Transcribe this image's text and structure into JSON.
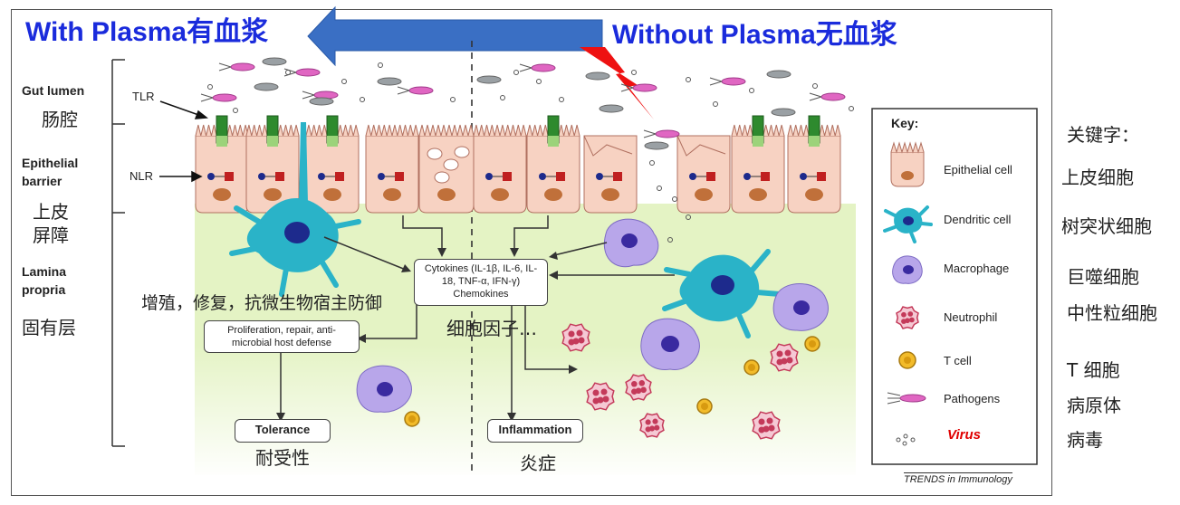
{
  "header": {
    "left": "With Plasma有血浆",
    "right": "Without Plasma无血浆"
  },
  "regions": {
    "gut_lumen": "Gut lumen",
    "gut_lumen_cn": "肠腔",
    "epithelial_barrier": "Epithelial barrier",
    "epithelial_barrier_cn_1": "上皮",
    "epithelial_barrier_cn_2": "屏障",
    "lamina_propria": "Lamina propria",
    "lamina_propria_cn": "固有层"
  },
  "receptors": {
    "tlr": "TLR",
    "nlr": "NLR"
  },
  "boxes": {
    "cytokines": "Cytokines (IL-1β, IL-6, IL-18, TNF-α, IFN-γ) Chemokines",
    "proliferation": "Proliferation, repair, anti-microbial host defense",
    "tolerance": "Tolerance",
    "inflammation": "Inflammation"
  },
  "annotations_cn": {
    "proliferation": "增殖，修复，抗微生物宿主防御",
    "cytokines": "细胞因子…",
    "tolerance": "耐受性",
    "inflammation": "炎症"
  },
  "key": {
    "title": "Key:",
    "items": [
      {
        "label": "Epithelial cell",
        "icon": "epithelial-cell-icon"
      },
      {
        "label": "Dendritic cell",
        "icon": "dendritic-cell-icon"
      },
      {
        "label": "Macrophage",
        "icon": "macrophage-icon"
      },
      {
        "label": "Neutrophil",
        "icon": "neutrophil-icon"
      },
      {
        "label": "T cell",
        "icon": "t-cell-icon"
      },
      {
        "label": "Pathogens",
        "icon": "pathogen-icon"
      },
      {
        "label": "Virus",
        "icon": "virus-icon"
      }
    ],
    "virus_color": "#e00000"
  },
  "credit": "TRENDS in Immunology",
  "keywords": {
    "title": "关键字：",
    "items": [
      "上皮细胞",
      "树突状细胞",
      "巨噬细胞",
      "中性粒细胞",
      "T 细胞",
      "病原体",
      "病毒"
    ]
  },
  "colors": {
    "header_text": "#1a2bdc",
    "arrow_blue": "#3a6fc4",
    "lightning_red": "#ee1111",
    "epithelium": "#f7d2c2",
    "lamina": "#e4f3c4",
    "tlr_green": "#2e8a2e",
    "dendritic": "#2ab3c8",
    "macrophage": "#b8a6ea",
    "neutrophil": "#c43a5a",
    "t_cell": "#f2bb2a",
    "pathogen": "#e066c2"
  }
}
